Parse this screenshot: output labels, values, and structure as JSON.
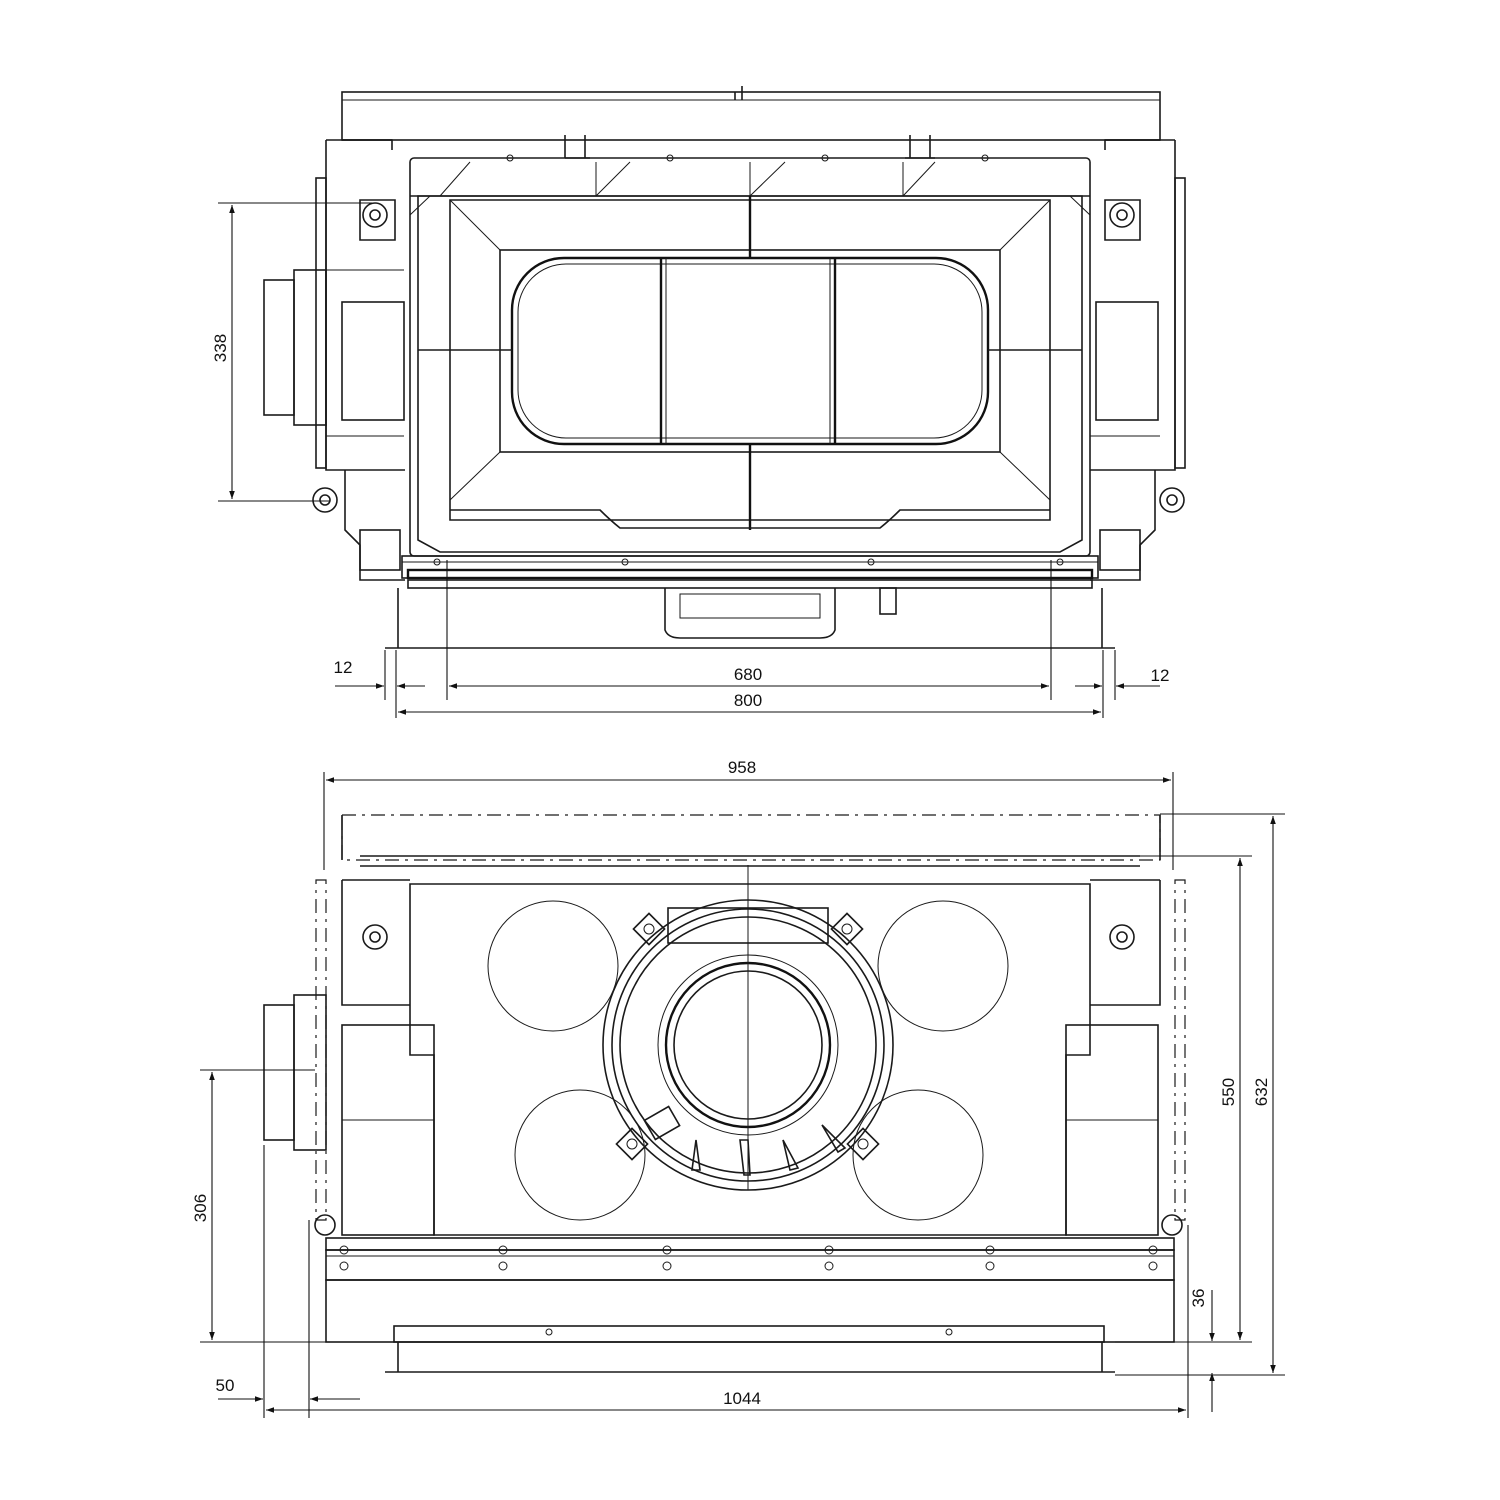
{
  "dimensions": {
    "front_view": {
      "height_338": "338",
      "offset_left_12": "12",
      "offset_right_12": "12",
      "width_680": "680",
      "width_800": "800"
    },
    "plan_view": {
      "width_958": "958",
      "width_1044": "1044",
      "depth_550": "550",
      "depth_632": "632",
      "depth_306": "306",
      "offset_50": "50",
      "height_36": "36"
    }
  },
  "colors": {
    "line": "#1a1a1a",
    "background": "#ffffff"
  }
}
